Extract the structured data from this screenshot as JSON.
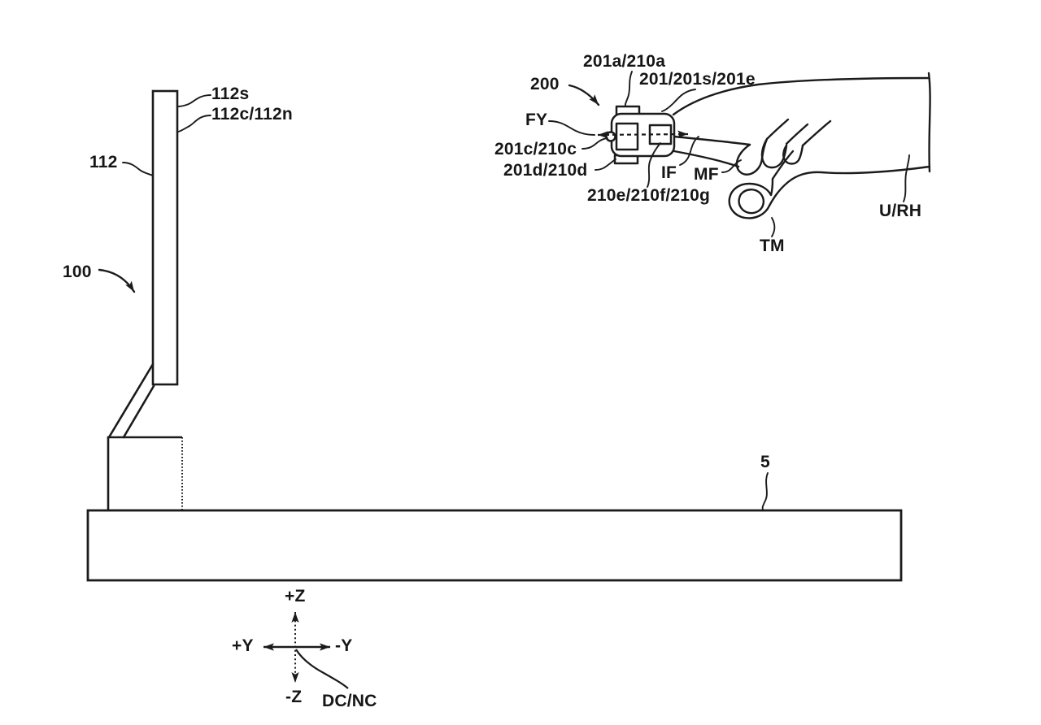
{
  "figure": {
    "style": "patent line drawing",
    "ink_color": "#1b1b1b",
    "background_color": "#ffffff"
  },
  "labels": {
    "system": "100",
    "display": "112",
    "display_screen": "112s",
    "display_screen_cn": "112c/112n",
    "table": "5",
    "controller": "200",
    "controller_top_part": "201a/210a",
    "controller_body": "201/201s/201e",
    "force_axis": "FY",
    "controller_left_part": "201c/210c",
    "controller_bottom_part": "201d/210d",
    "controller_sensors": "210e/210f/210g",
    "index_finger": "IF",
    "middle_finger": "MF",
    "thumb": "TM",
    "user_hand": "U/RH",
    "axis_up": "+Z",
    "axis_down": "-Z",
    "axis_left": "+Y",
    "axis_right": "-Y",
    "axis_origin": "DC/NC"
  }
}
